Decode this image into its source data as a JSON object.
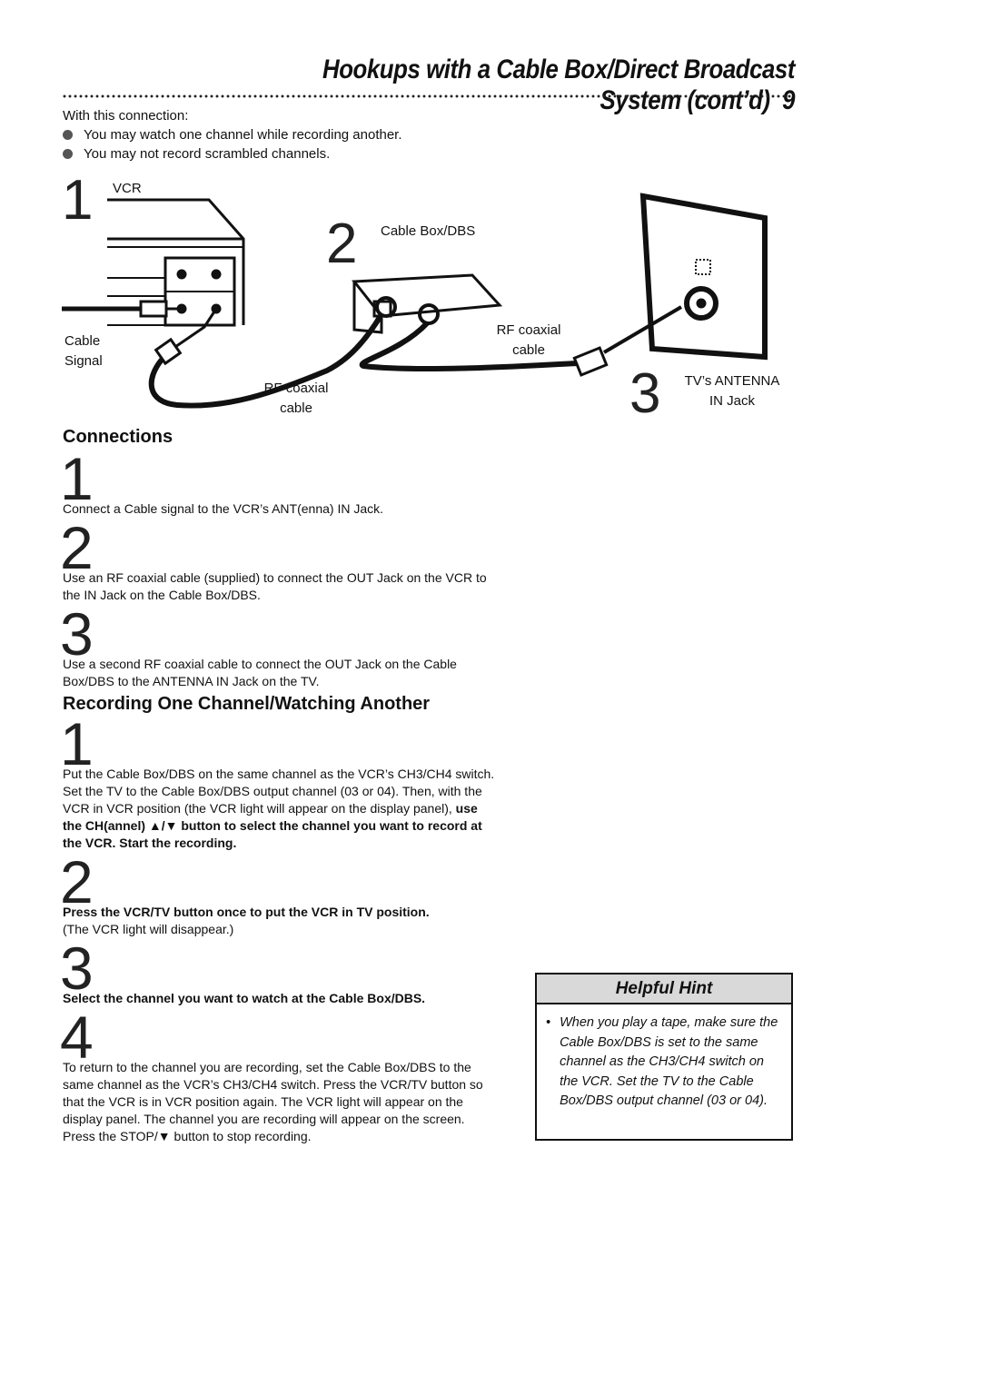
{
  "header": {
    "title": "Hookups with a Cable Box/Direct Broadcast System (cont’d)",
    "page_number": "9"
  },
  "intro": {
    "lead": "With this connection:",
    "bullets": [
      "You may watch one channel while recording another.",
      "You may not record scrambled channels."
    ]
  },
  "diagram": {
    "num1": "1",
    "vcr": "VCR",
    "num2": "2",
    "cable_box": "Cable Box/DBS",
    "cable_signal_1": "Cable",
    "cable_signal_2": "Signal",
    "rf1_a": "RF coaxial",
    "rf1_b": "cable",
    "rf2_a": "RF coaxial",
    "rf2_b": "cable",
    "num3": "3",
    "tv_jack_a": "TV’s ANTENNA",
    "tv_jack_b": "IN Jack"
  },
  "connections": {
    "heading": "Connections",
    "steps": [
      {
        "num": "1",
        "text": "Connect a Cable signal to the VCR’s ANT(enna) IN Jack."
      },
      {
        "num": "2",
        "text": "Use an RF coaxial cable (supplied) to connect the OUT Jack on the VCR to the IN Jack on the Cable Box/DBS."
      },
      {
        "num": "3",
        "text": "Use a second RF coaxial cable to connect the OUT Jack on the Cable Box/DBS to the ANTENNA IN Jack on the TV."
      }
    ]
  },
  "recording": {
    "heading": "Recording One Channel/Watching Another",
    "step1": {
      "num": "1",
      "plain": "Put the Cable Box/DBS on the same channel as the VCR’s CH3/CH4 switch. Set the TV to the Cable Box/DBS output channel (03 or 04). Then, with the VCR in VCR position (the VCR light will appear on the display panel), ",
      "bold": "use the CH(annel) ▲/▼ button to select the channel you want to record at the VCR.  Start the recording."
    },
    "step2": {
      "num": "2",
      "bold": "Press the VCR/TV button once to put the VCR in TV position.",
      "plain": "(The VCR light will disappear.)"
    },
    "step3": {
      "num": "3",
      "bold": "Select the channel you want to watch at the Cable Box/DBS."
    },
    "step4": {
      "num": "4",
      "plain": "To return to the channel you are recording, set the Cable Box/DBS to the same channel as the VCR’s CH3/CH4 switch. Press the VCR/TV button so that the VCR is in VCR position again. The VCR light will appear on the display panel. The channel you are recording will appear on the screen. Press the STOP/▼ button to stop recording."
    }
  },
  "hint": {
    "title": "Helpful Hint",
    "bullet": "•",
    "text": "When you play a tape, make sure the Cable Box/DBS is set to the same channel as the CH3/CH4 switch on the VCR. Set the TV to the Cable Box/DBS output channel (03 or 04)."
  }
}
